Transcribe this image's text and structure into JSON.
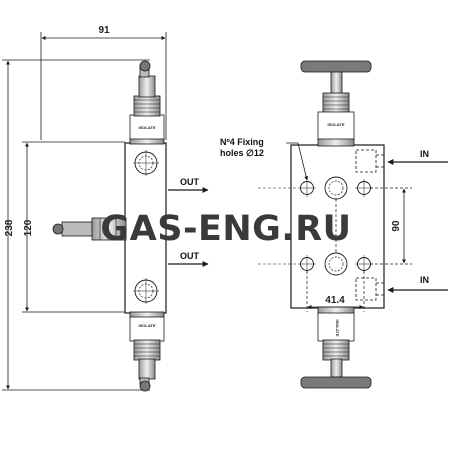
{
  "dimensions": {
    "overall_width": "91",
    "overall_height": "238",
    "inner_height": "120",
    "port_spacing": "90",
    "hole_spacing": "41.4"
  },
  "labels": {
    "outlet_top": "OUT",
    "outlet_bottom": "OUT",
    "inlet_top": "IN",
    "inlet_bottom": "IN",
    "fixing_line1": "Nº4 Fixing",
    "fixing_line2": "holes ∅12",
    "isolate_tag": "ISOLATE"
  },
  "watermark": "GAS-ENG.RU",
  "colors": {
    "line": "#1a1a1a",
    "handle": "#7a7a7a",
    "body_fill": "#ffffff"
  }
}
